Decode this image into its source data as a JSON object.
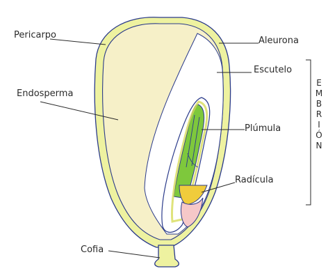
{
  "labels": {
    "pericarpo": "Pericarpo",
    "aleurona": "Aleurona",
    "escutelo": "Escutelo",
    "endosperma": "Endosperma",
    "plumula": "Plúmula",
    "radicula": "Radícula",
    "cofia": "Cofia",
    "embrion": [
      "E",
      "M",
      "B",
      "R",
      "I",
      "Ó",
      "N"
    ]
  },
  "colors": {
    "pericarp": "#eef2a0",
    "endosperm": "#f6f0c8",
    "scutellum": "#ffffff",
    "embryo_axis": "#7ec83c",
    "radicle_cap": "#f0cc3c",
    "radicle": "#f6c8c8",
    "outline": "#2a3a8a"
  }
}
